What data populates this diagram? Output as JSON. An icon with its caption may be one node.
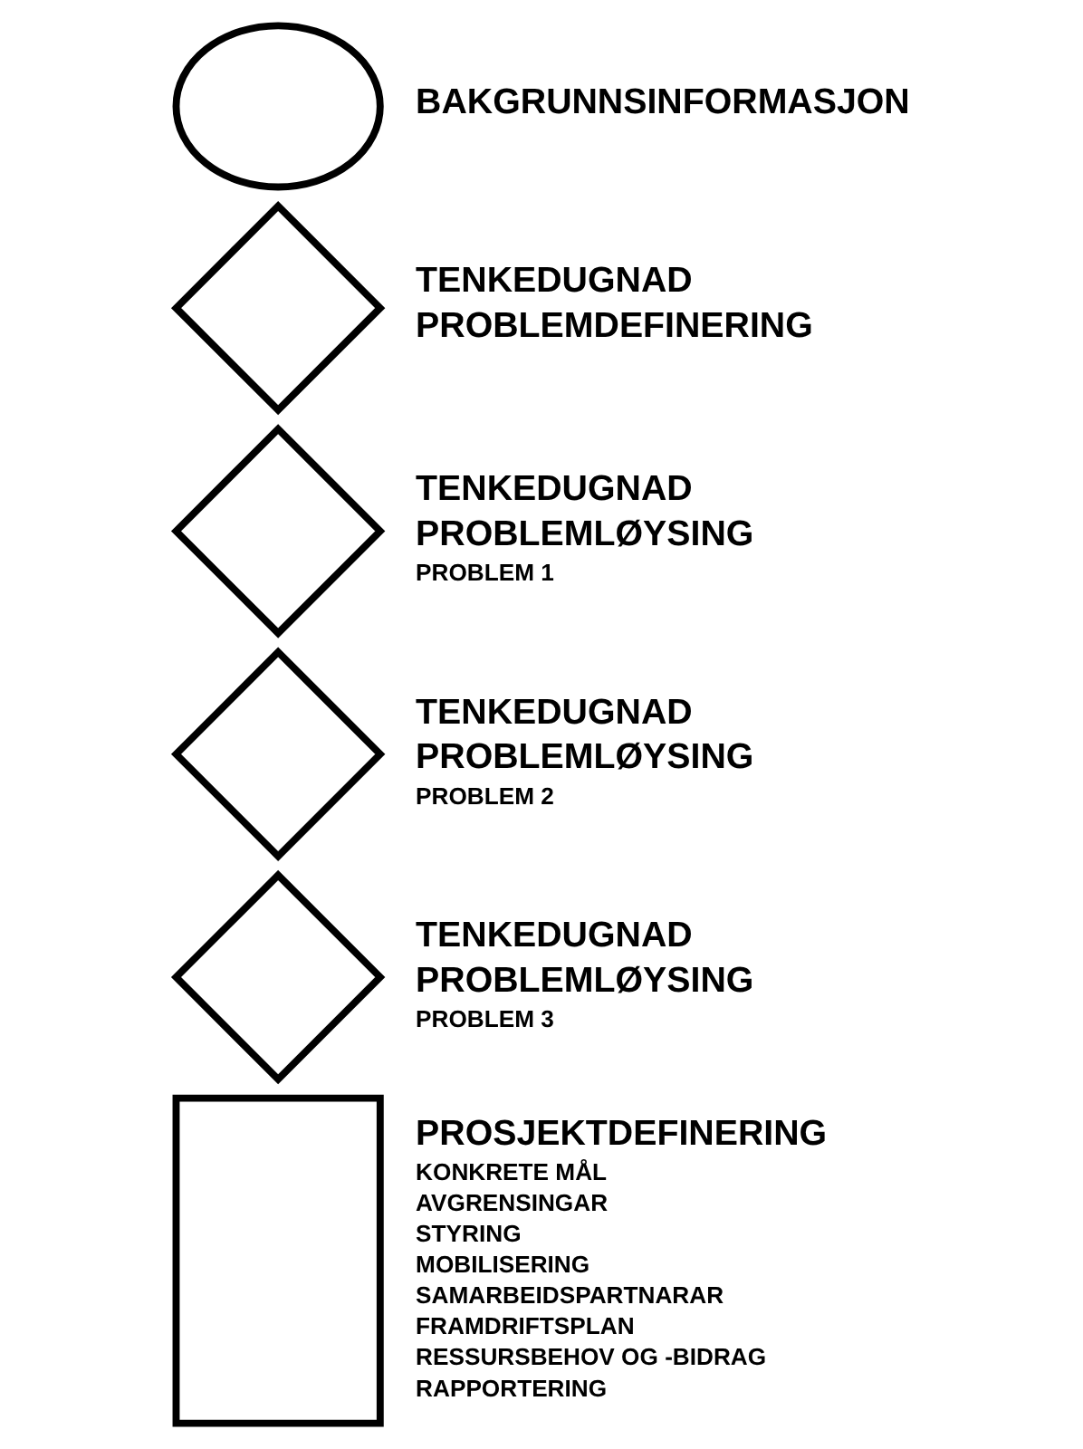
{
  "diagram": {
    "nodes": [
      {
        "text": [],
        "shape": "circle",
        "beside": [
          "BAKGRUNNSINFORMASJON"
        ]
      },
      {
        "text": [],
        "shape": "diamond",
        "beside": [
          "TENKEDUGNAD",
          "PROBLEMDEFINERING"
        ]
      },
      {
        "text": [],
        "shape": "diamond",
        "beside": [
          "TENKEDUGNAD",
          "PROBLEMLØYSING",
          "PROBLEM 1"
        ]
      },
      {
        "text": [],
        "shape": "diamond",
        "beside": [
          "TENKEDUGNAD",
          "PROBLEMLØYSING",
          "PROBLEM 2"
        ]
      },
      {
        "text": [],
        "shape": "diamond",
        "beside": [
          "TENKEDUGNAD",
          "PROBLEMLØYSING",
          "PROBLEM 3"
        ]
      },
      {
        "text": [],
        "shape": "box",
        "beside": [
          "PROSJEKTDEFINERING",
          "KONKRETE MÅL",
          "AVGRENSINGAR",
          "STYRING",
          "MOBILISERING",
          "SAMARBEIDSPARTNARAR",
          "FRAMDRIFTSPLAN",
          "RESSURSBEHOV OG -BIDRAG",
          "RAPPORTERING"
        ]
      }
    ],
    "edges": []
  }
}
